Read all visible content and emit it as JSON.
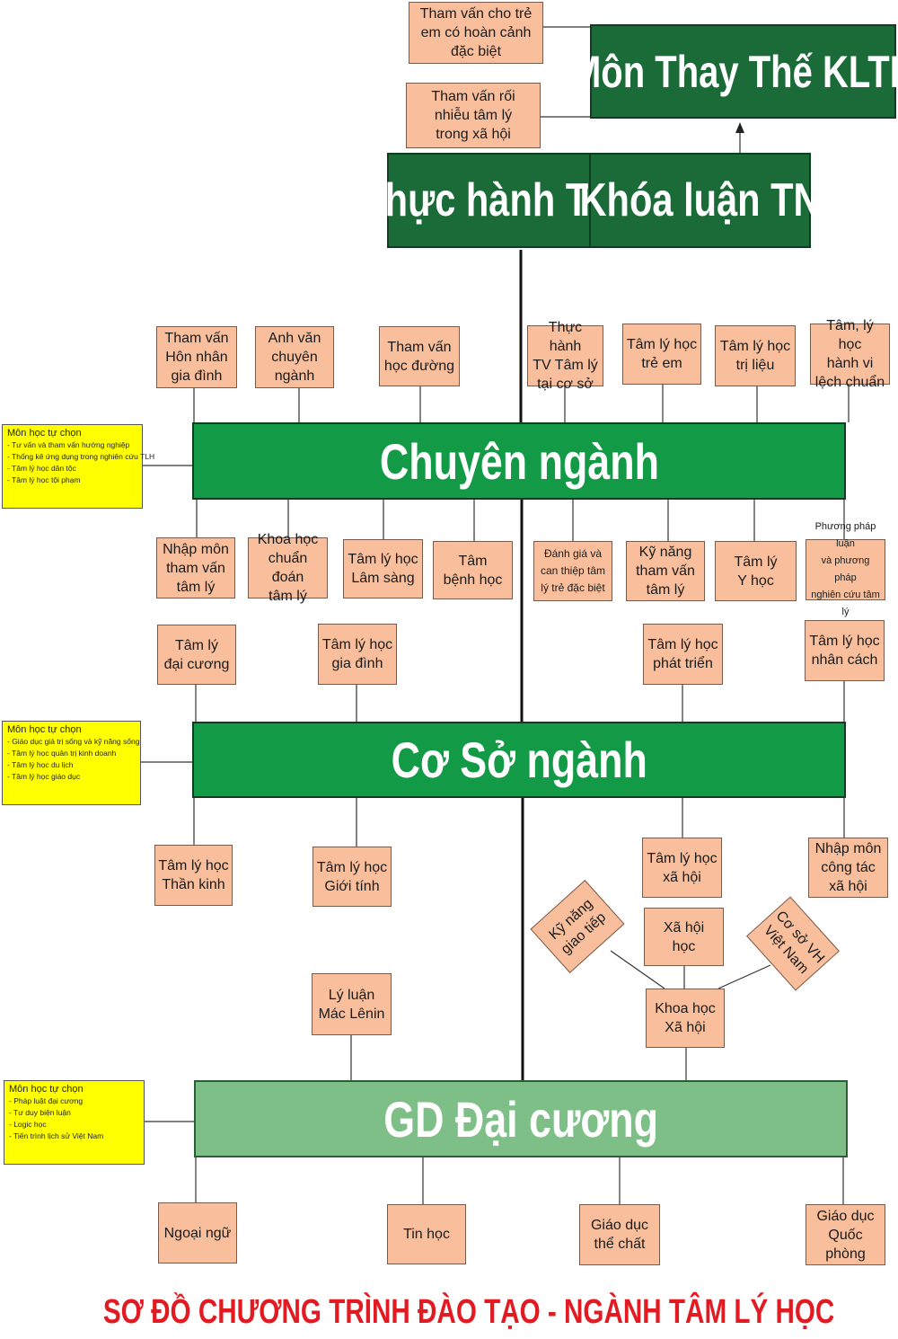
{
  "title": "SƠ ĐỒ CHƯƠNG TRÌNH ĐÀO TẠO - NGÀNH TÂM LÝ HỌC",
  "top": {
    "mon_thay_the": "Môn Thay Thế KLTN",
    "thuc_hanh": "Thực hành TN",
    "khoa_luan": "Khóa luận TN",
    "alt1": "Tham vấn cho trẻ\nem có hoàn cảnh\nđặc biệt",
    "alt2": "Tham vấn rối\nnhiễu tâm lý\ntrong xã hội"
  },
  "chuyen_nganh": {
    "label": "Chuyên ngành",
    "above": [
      "Tham vấn\nHôn nhân\ngia đình",
      "Anh văn\nchuyên\nngành",
      "Tham vấn\nhọc đường",
      "Thực hành\nTV Tâm lý\ntại cơ sở",
      "Tâm lý học\ntrẻ em",
      "Tâm lý học\ntrị liệu",
      "Tâm, lý học\nhành vi\nlệch chuẩn"
    ],
    "below": [
      "Nhập môn\ntham vấn\ntâm lý",
      "Khoa học\nchuẩn đoán\ntâm lý",
      "Tâm lý học\nLâm sàng",
      "Tâm\nbệnh học",
      "Đánh giá và\ncan thiệp tâm\nlý trẻ đặc biệt",
      "Kỹ năng\ntham vấn\ntâm lý",
      "Tâm lý\nY học",
      "Phương pháp luận\nvà phương pháp\nnghiên cứu tâm lý"
    ],
    "elective": {
      "heading": "Môn học tự chọn",
      "items": [
        "- Tư vấn và tham vấn hướng nghiệp",
        "- Thống kê ứng dụng trong nghiên cứu TLH",
        "- Tâm lý học dân tộc",
        "-  Tâm lý học tội phạm"
      ]
    }
  },
  "co_so": {
    "label": "Cơ Sở ngành",
    "above": [
      "Tâm lý\nđại cương",
      "Tâm lý học\ngia đình",
      "Tâm lý học\nphát triển",
      "Tâm lý học\nnhân cách"
    ],
    "below": [
      "Tâm lý học\nThần kinh",
      "Tâm lý học\nGiới tính",
      "Tâm lý học\nxã hội",
      "Nhập môn\ncông tác\nxã hội"
    ],
    "elective": {
      "heading": "Môn học tự chọn",
      "items": [
        "- Giáo dục giá trị sống và kỹ năng sống",
        "- Tâm lý học quản trị kinh doanh",
        "- Tâm lý học du lịch",
        "- Tâm lý học giáo dục"
      ]
    }
  },
  "dai_cuong": {
    "label": "GD Đại cương",
    "above": [
      "Lý luận\nMác Lênin",
      "Khoa học\nXã hội"
    ],
    "khxh": [
      "Kỹ năng\ngiao tiếp",
      "Xã hội\nhọc",
      "Cơ sở VH\nViệt Nam"
    ],
    "below": [
      "Ngoại ngữ",
      "Tin học",
      "Giáo dục\nthể chất",
      "Giáo dục\nQuốc phòng"
    ],
    "elective": {
      "heading": "Môn học tự chọn",
      "items": [
        "- Pháp luật đại cương",
        "- Tư duy biện luận",
        "- Logic học",
        "-  Tiến trình lịch sử Việt Nam"
      ]
    }
  },
  "colors": {
    "dark_green": "#1a6b37",
    "mid_green": "#139a46",
    "light_green": "#7ebf88",
    "course_box": "#f9bf9c",
    "elective_box": "#ffff00",
    "title_red": "#e21b23"
  }
}
